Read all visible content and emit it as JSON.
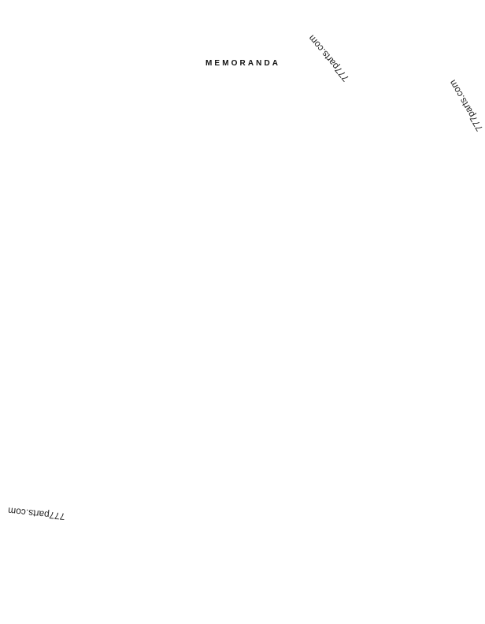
{
  "document": {
    "heading": "MEMORANDA"
  },
  "watermarks": [
    {
      "text": "777parts.com"
    },
    {
      "text": "777parts.com"
    },
    {
      "text": "777parts.com"
    }
  ]
}
